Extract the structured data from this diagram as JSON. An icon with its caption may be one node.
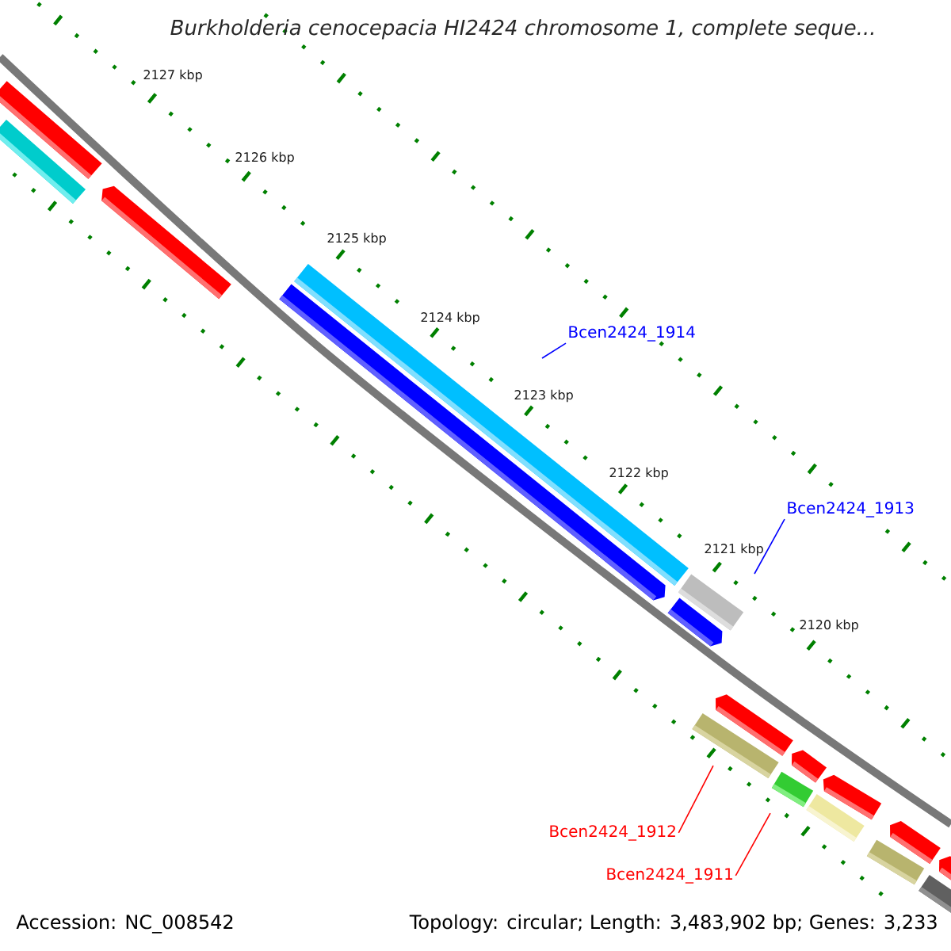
{
  "diagram": {
    "title": "Burkholderia cenocepacia HI2424 chromosome 1, complete seque...",
    "nodes": [
      {
        "text": [
          "Bcen2424_1914"
        ]
      },
      {
        "text": [
          "Bcen2424_1913"
        ]
      },
      {
        "text": [
          "Bcen2424_1912"
        ]
      },
      {
        "text": [
          "Bcen2424_1911"
        ]
      }
    ],
    "edges": [
      {
        "from": 0,
        "to": null,
        "arrow": "none",
        "color": "#0000ff"
      },
      {
        "from": 1,
        "to": null,
        "arrow": "none",
        "color": "#0000ff"
      },
      {
        "from": 2,
        "to": null,
        "arrow": "none",
        "color": "#ff0000"
      },
      {
        "from": 3,
        "to": null,
        "arrow": "none",
        "color": "#ff0000"
      }
    ],
    "labels": [
      "2127 kbp",
      "2126 kbp",
      "2125 kbp",
      "2124 kbp",
      "2123 kbp",
      "2122 kbp",
      "2121 kbp",
      "2120 kbp",
      "Accession: NC_008542",
      "Topology: circular; Length: 3,483,902 bp; Genes: 3,233"
    ]
  }
}
